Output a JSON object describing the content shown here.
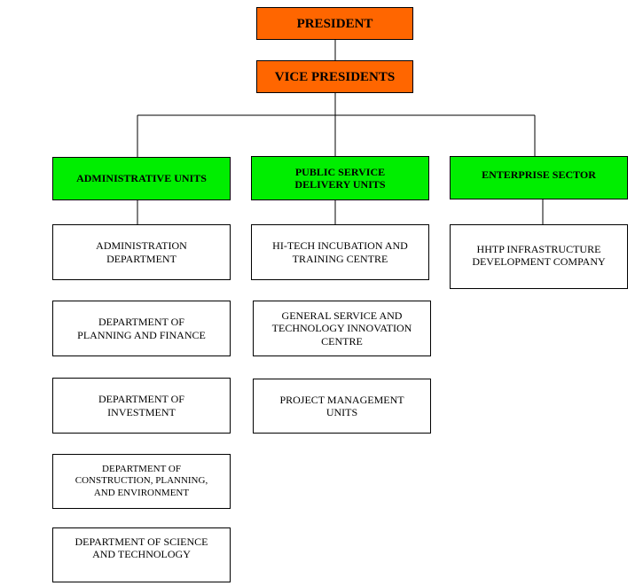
{
  "president": "PRESIDENT",
  "vice_presidents": "VICE PRESIDENTS",
  "categories": {
    "administrative": "ADMINISTRATIVE UNITS",
    "public_service": "PUBLIC SERVICE\nDELIVERY UNITS",
    "enterprise": "ENTERPRISE SECTOR"
  },
  "administrative_units": [
    "ADMINISTRATION\nDEPARTMENT",
    "DEPARTMENT OF\nPLANNING AND FINANCE",
    "DEPARTMENT OF\nINVESTMENT",
    "DEPARTMENT OF\nCONSTRUCTION, PLANNING,\nAND ENVIRONMENT",
    "DEPARTMENT OF SCIENCE\nAND TECHNOLOGY"
  ],
  "public_service_units": [
    "HI-TECH INCUBATION AND\nTRAINING CENTRE",
    "GENERAL SERVICE AND\nTECHNOLOGY INNOVATION\nCENTRE",
    "PROJECT MANAGEMENT\nUNITS"
  ],
  "enterprise_units": [
    "HHTP INFRASTRUCTURE\nDEVELOPMENT COMPANY"
  ],
  "colors": {
    "leadership_fill": "#ff6600",
    "category_fill": "#00ee00",
    "unit_fill": "#ffffff",
    "line": "#000000"
  }
}
